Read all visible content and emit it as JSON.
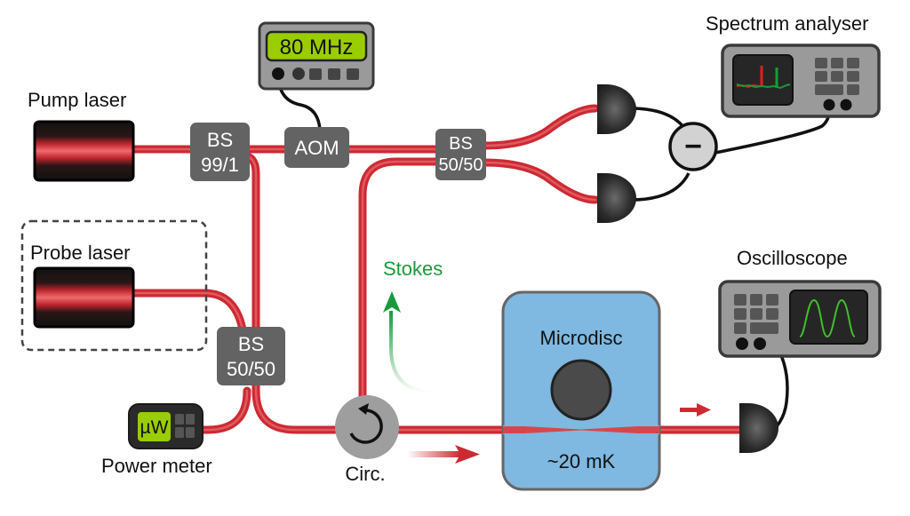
{
  "figure": {
    "labels": {
      "pump_laser": "Pump laser",
      "probe_laser": "Probe laser",
      "power_meter": "Power meter",
      "spectrum_analyser": "Spectrum analyser",
      "oscilloscope": "Oscilloscope",
      "circulator": "Circ.",
      "stokes": "Stokes",
      "microdisc": "Microdisc",
      "temperature": "~20 mK"
    },
    "components": {
      "bs_pump": {
        "line1": "BS",
        "line2": "99/1"
      },
      "aom": {
        "label": "AOM"
      },
      "bs_het": {
        "line1": "BS",
        "line2": "50/50"
      },
      "bs_probe": {
        "line1": "BS",
        "line2": "50/50"
      },
      "rf_source": {
        "display": "80 MHz"
      },
      "power_meter": {
        "display": "µW"
      },
      "balanced_detector": {
        "symbol": "−"
      }
    },
    "colors": {
      "fiber": "#cc2a33",
      "fiber_highlight": "#e8656b",
      "component_box": "#636363",
      "instrument_body": "#9a9a9a",
      "instrument_border": "#3a3a3a",
      "lcd_green": "#9acd00",
      "cryostat": "#7fb8e0",
      "stokes_green": "#1a9a3a",
      "spectrum_red_peak": "#dd2020",
      "spectrum_green_peak": "#1a9a3a",
      "scope_trace": "#3fbf2a"
    }
  }
}
